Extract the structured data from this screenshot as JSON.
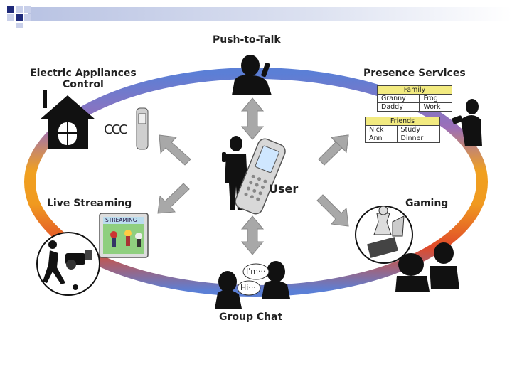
{
  "center": {
    "label": "User"
  },
  "services": {
    "push_to_talk": "Push-to-Talk",
    "electric_appliances": "Electric Appliances\nControl",
    "presence": "Presence Services",
    "live_streaming": "Live Streaming",
    "gaming": "Gaming",
    "group_chat": "Group Chat"
  },
  "presence_tables": {
    "family": {
      "title": "Family",
      "rows": [
        [
          "Granny",
          "Frog"
        ],
        [
          "Daddy",
          "Work"
        ]
      ]
    },
    "friends": {
      "title": "Friends",
      "rows": [
        [
          "Nick",
          "Study"
        ],
        [
          "Ann",
          "Dinner"
        ]
      ]
    }
  },
  "chat_bubbles": [
    "I'm···",
    "Hi···"
  ],
  "streaming_screen": "STREAMING",
  "ccc": "CCC",
  "colors": {
    "ring_blue": "#5b7fd6",
    "ring_purple": "#8a5aa8",
    "ring_orange": "#f0a020",
    "ring_red": "#e04a2a",
    "arrow_gray": "#a8a8a8"
  }
}
